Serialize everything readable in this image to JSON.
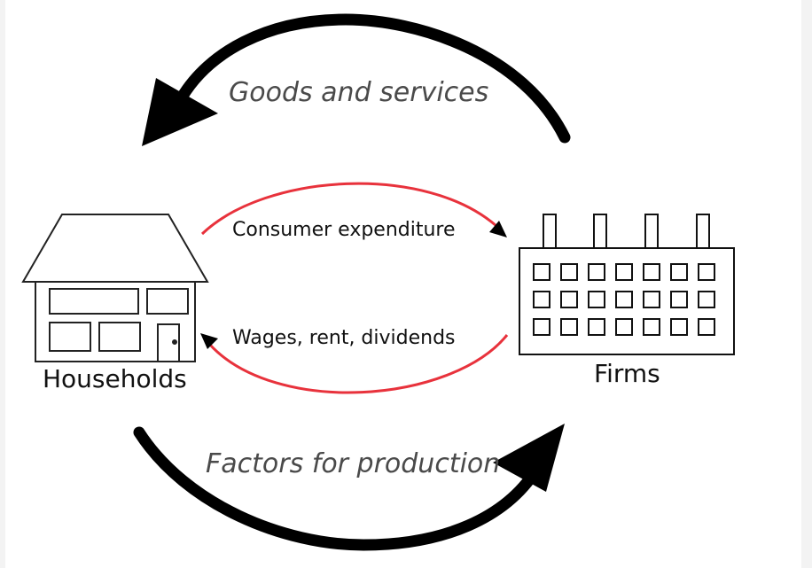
{
  "labels": {
    "goods_and_services": "Goods and services",
    "consumer_expenditure": "Consumer expenditure",
    "wages_rent_dividends": "Wages, rent, dividends",
    "factors_for_production": "Factors for production",
    "households": "Households",
    "firms": "Firms"
  },
  "colors": {
    "outer_arrows": "#000000",
    "inner_arrows": "#e8323c",
    "text": "#111111",
    "italic_text": "#4a4a4a"
  },
  "icons": {
    "households": "house-icon",
    "firms": "factory-icon"
  }
}
